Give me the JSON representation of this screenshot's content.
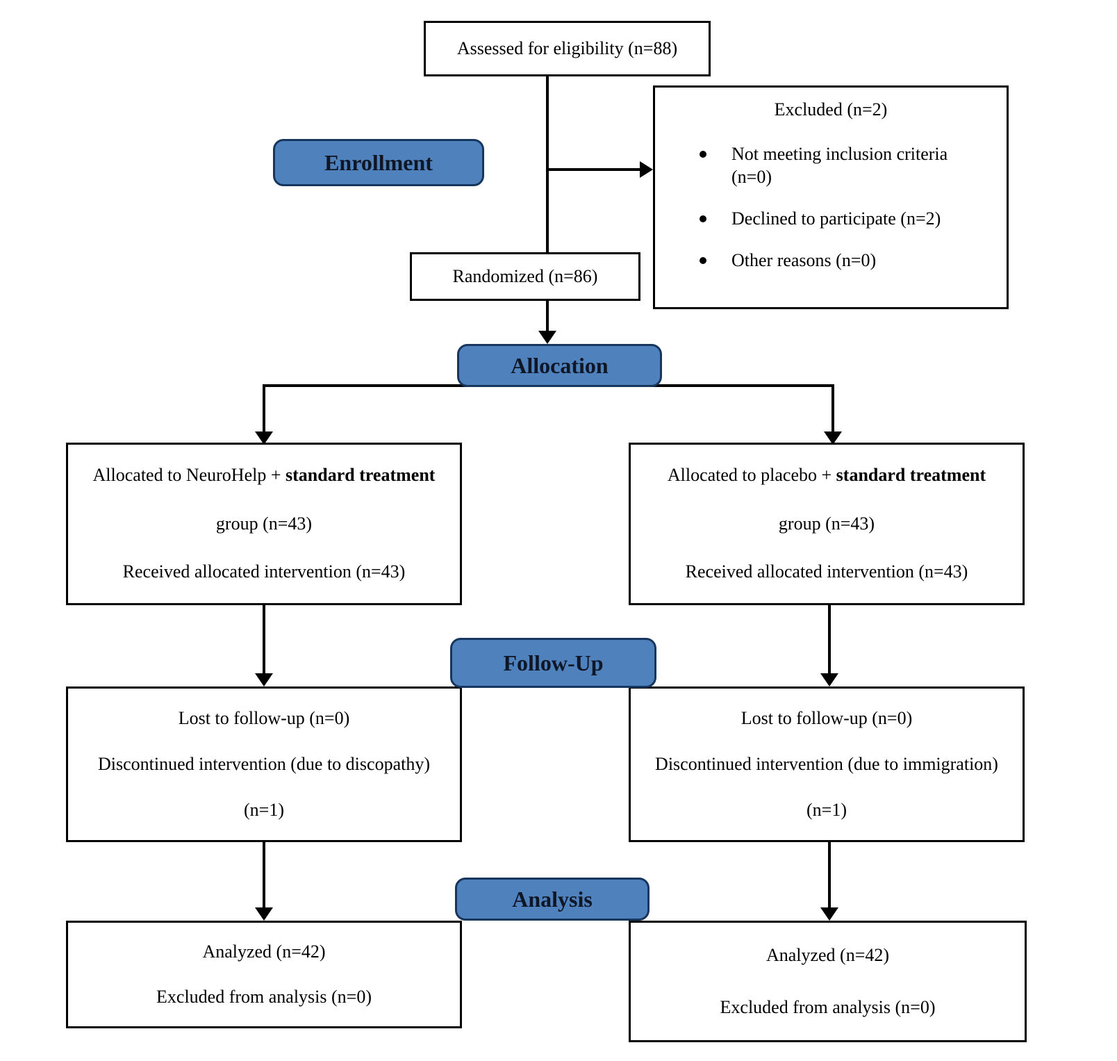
{
  "colors": {
    "phase_fill": "#4f81bd",
    "phase_border": "#17365d",
    "phase_text": "#0f1626",
    "line_color": "#000000",
    "box_border": "#000000",
    "background": "#ffffff"
  },
  "phases": {
    "enrollment": "Enrollment",
    "allocation": "Allocation",
    "followup": "Follow-Up",
    "analysis": "Analysis"
  },
  "assessed": {
    "text": "Assessed for eligibility (n=88)"
  },
  "excluded": {
    "title": "Excluded (n=2)",
    "items": [
      "Not meeting inclusion criteria (n=0)",
      "Declined to participate (n=2)",
      "Other reasons (n=0)"
    ]
  },
  "randomized": {
    "text": "Randomized (n=86)"
  },
  "allocation_left": {
    "line1_prefix": "Allocated to NeuroHelp + ",
    "line1_bold": "standard treatment",
    "line2": "group (n=43)",
    "line3": "Received allocated intervention (n=43)"
  },
  "allocation_right": {
    "line1_prefix": "Allocated to placebo + ",
    "line1_bold": "standard treatment",
    "line2": "group (n=43)",
    "line3": "Received allocated intervention (n=43)"
  },
  "followup_left": {
    "line1": "Lost to follow-up (n=0)",
    "line2": "Discontinued intervention (due to discopathy)",
    "line3": "(n=1)"
  },
  "followup_right": {
    "line1": "Lost to follow-up (n=0)",
    "line2": "Discontinued intervention (due to immigration)",
    "line3": "(n=1)"
  },
  "analysis_left": {
    "line1": "Analyzed (n=42)",
    "line2": "Excluded from analysis (n=0)"
  },
  "analysis_right": {
    "line1": "Analyzed (n=42)",
    "line2": "Excluded from analysis (n=0)"
  }
}
